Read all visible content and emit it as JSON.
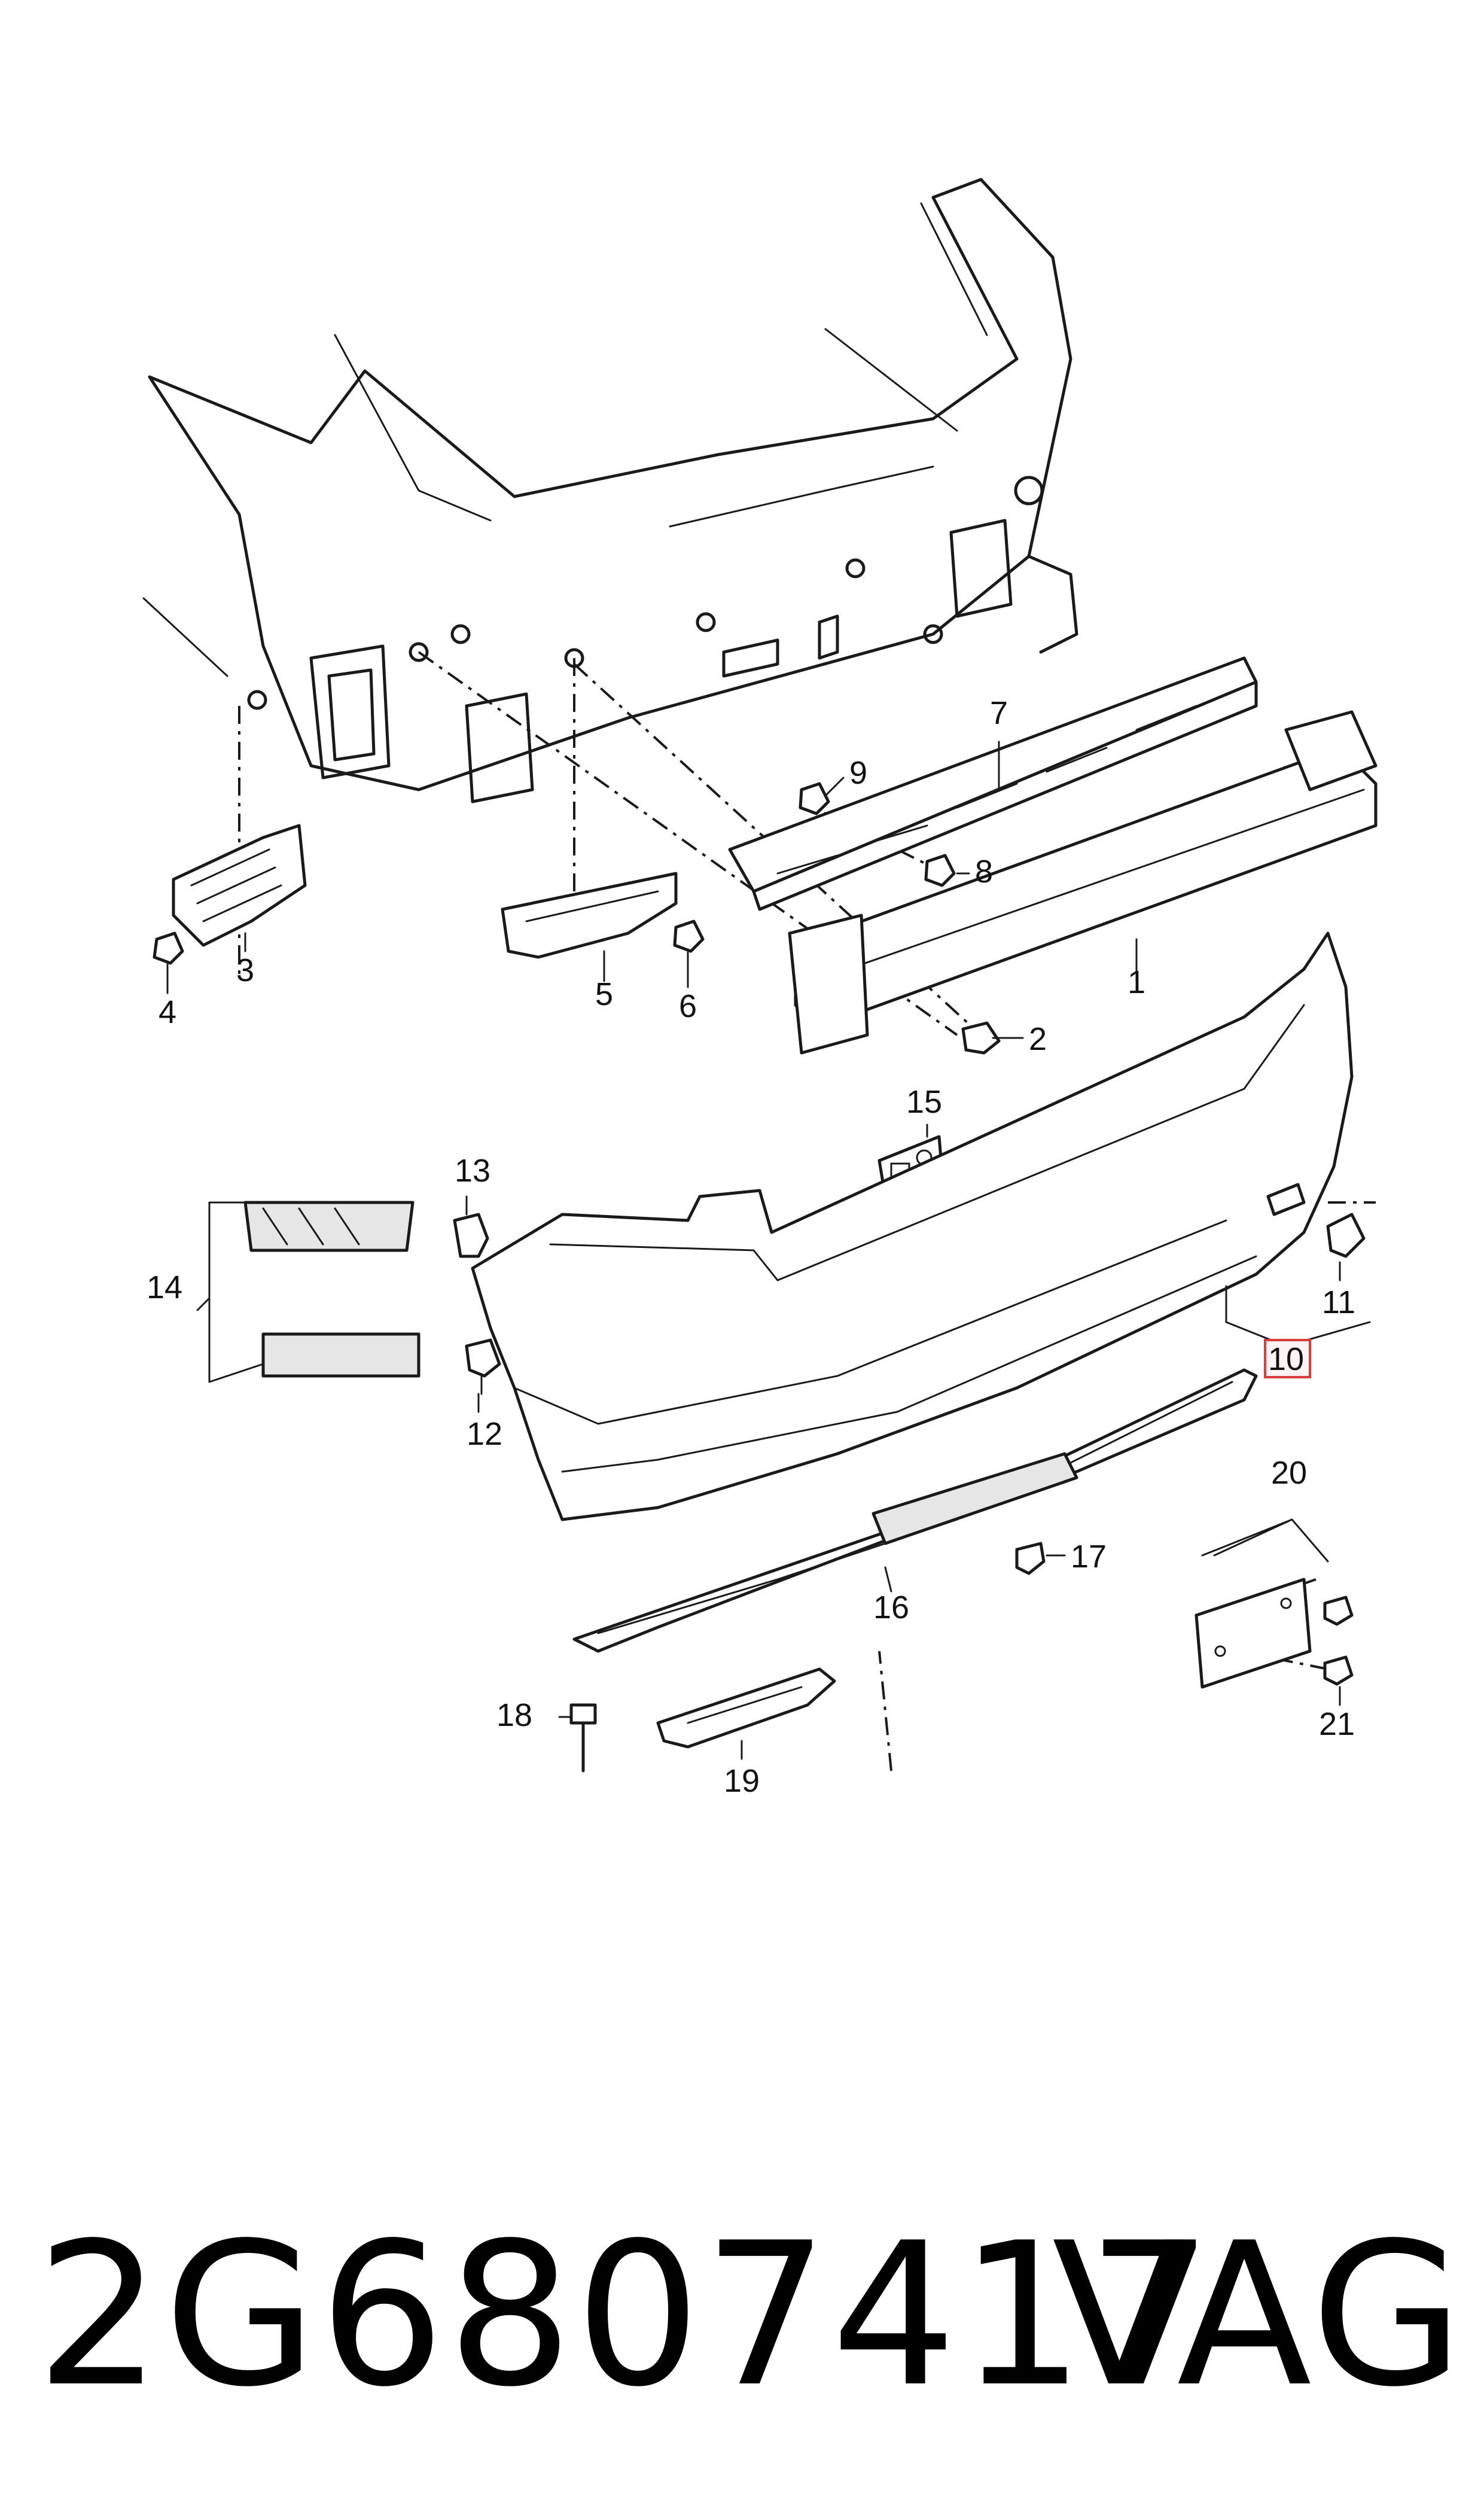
{
  "callouts": {
    "c1": "1",
    "c2": "2",
    "c3": "3",
    "c4": "4",
    "c5": "5",
    "c6": "6",
    "c7": "7",
    "c8": "8",
    "c9": "9",
    "c10": "10",
    "c11": "11",
    "c12": "12",
    "c13": "13",
    "c14": "14",
    "c15": "15",
    "c16": "16",
    "c17": "17",
    "c18": "18",
    "c19": "19",
    "c20": "20",
    "c21": "21"
  },
  "highlight_color": "#e53935",
  "footer": {
    "part_number": "2G6807417",
    "brand": "VAG"
  }
}
